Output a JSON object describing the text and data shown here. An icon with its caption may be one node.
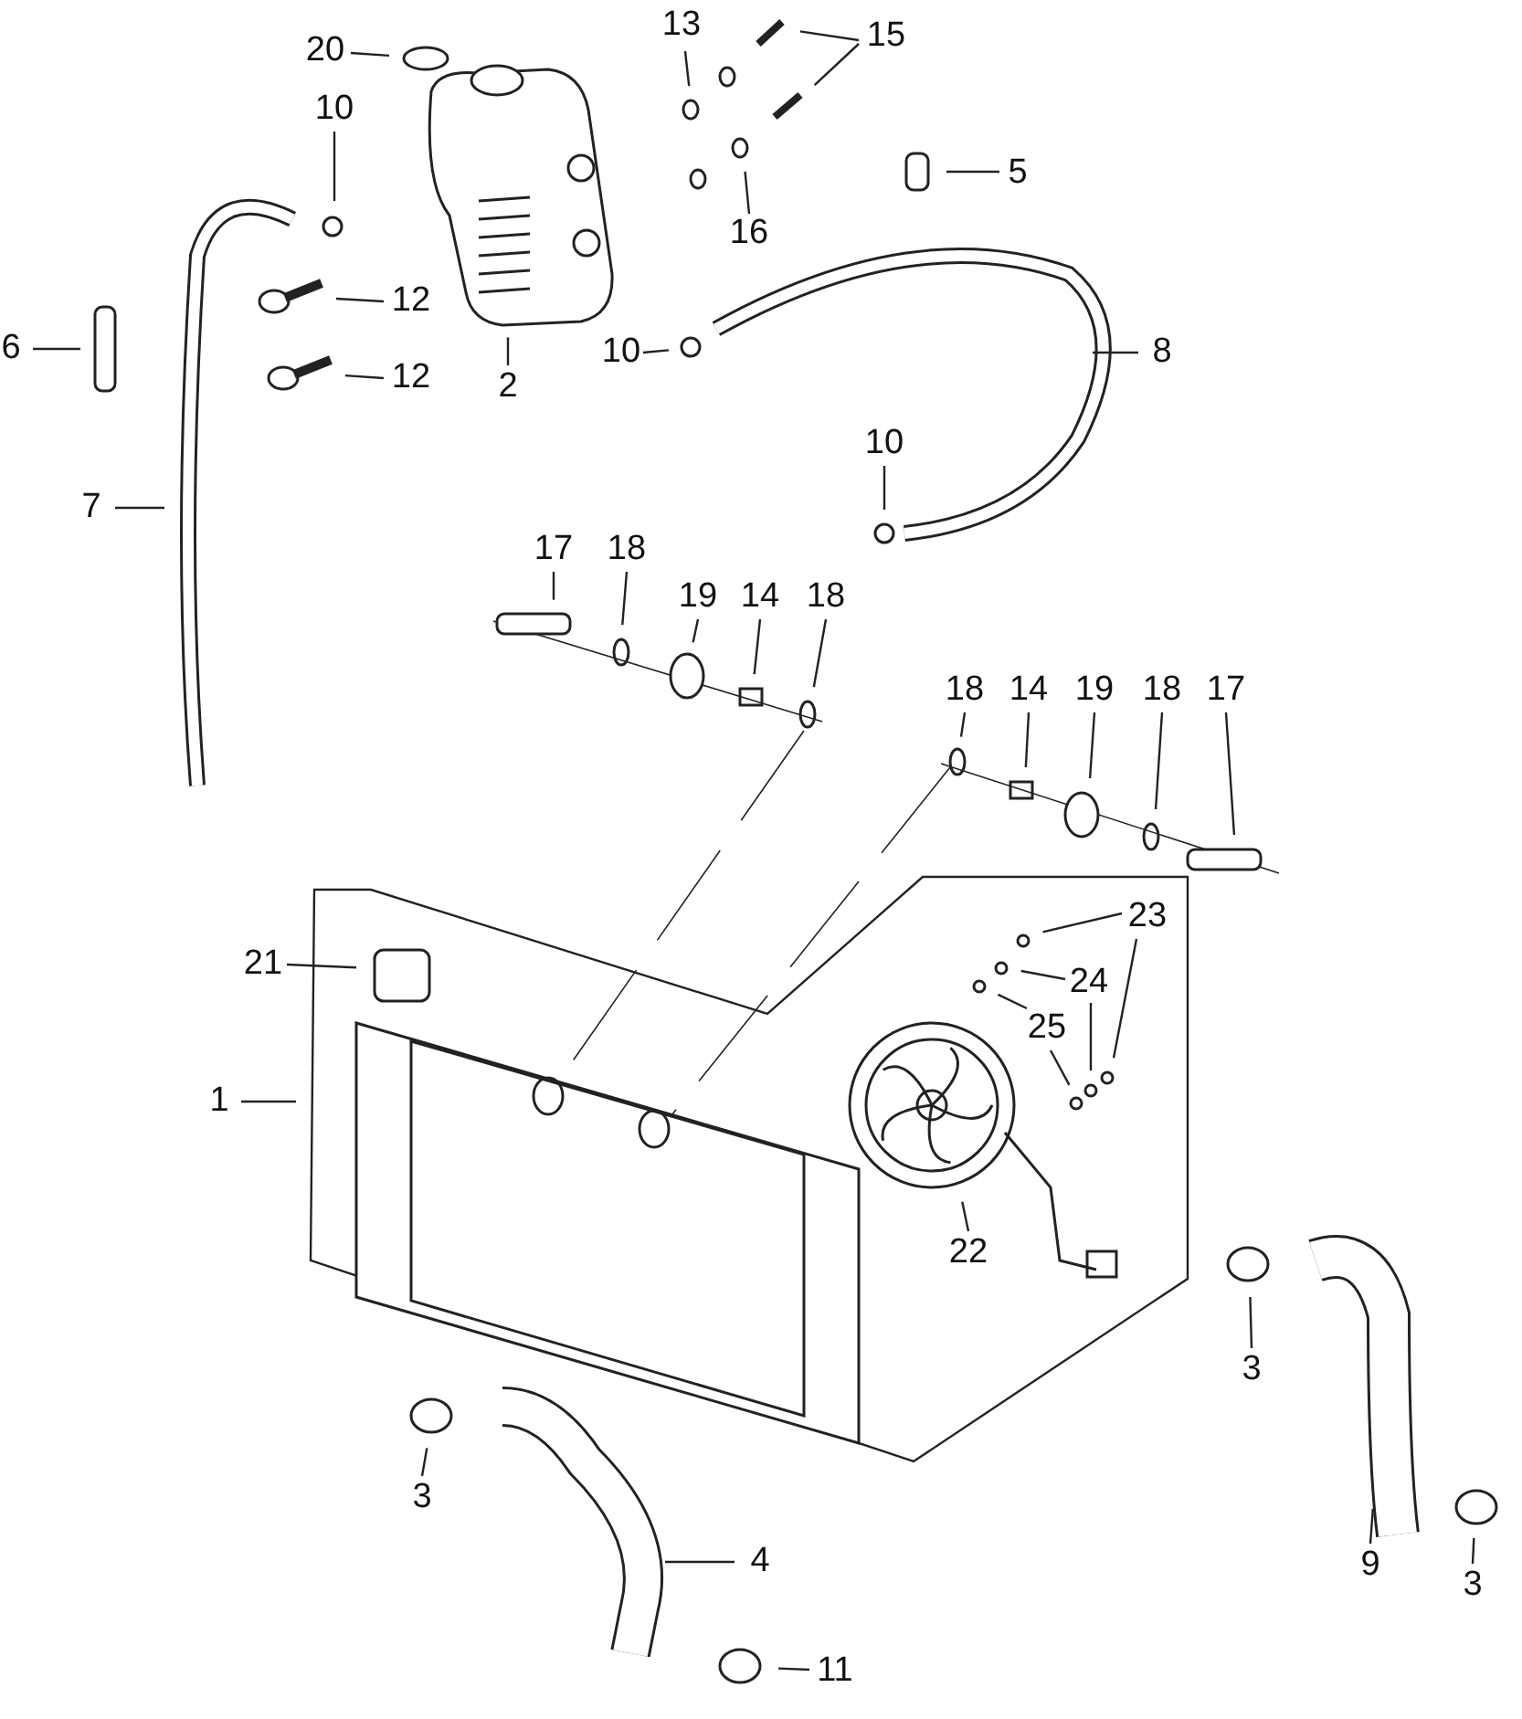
{
  "diagram": {
    "nodes": [
      {
        "text": [
          "13"
        ]
      },
      {
        "text": [
          "15"
        ]
      },
      {
        "text": [
          "20"
        ]
      },
      {
        "text": [
          "10"
        ]
      },
      {
        "text": [
          "5"
        ]
      },
      {
        "text": [
          "16"
        ]
      },
      {
        "text": [
          "12"
        ]
      },
      {
        "text": [
          "6"
        ]
      },
      {
        "text": [
          "10"
        ]
      },
      {
        "text": [
          "8"
        ]
      },
      {
        "text": [
          "2"
        ]
      },
      {
        "text": [
          "12"
        ]
      },
      {
        "text": [
          "10"
        ]
      },
      {
        "text": [
          "7"
        ]
      },
      {
        "text": [
          "17"
        ]
      },
      {
        "text": [
          "18"
        ]
      },
      {
        "text": [
          "19"
        ]
      },
      {
        "text": [
          "14"
        ]
      },
      {
        "text": [
          "18"
        ]
      },
      {
        "text": [
          "18"
        ]
      },
      {
        "text": [
          "14"
        ]
      },
      {
        "text": [
          "19"
        ]
      },
      {
        "text": [
          "18"
        ]
      },
      {
        "text": [
          "17"
        ]
      },
      {
        "text": [
          "23"
        ]
      },
      {
        "text": [
          "24"
        ]
      },
      {
        "text": [
          "25"
        ]
      },
      {
        "text": [
          "21"
        ]
      },
      {
        "text": [
          "1"
        ]
      },
      {
        "text": [
          "22"
        ]
      },
      {
        "text": [
          "3"
        ]
      },
      {
        "text": [
          "3"
        ]
      },
      {
        "text": [
          "4"
        ]
      },
      {
        "text": [
          "9"
        ]
      },
      {
        "text": [
          "3"
        ]
      },
      {
        "text": [
          "11"
        ]
      }
    ],
    "edges": [
      {
        "from": 0,
        "to": null,
        "arrow": "none"
      },
      {
        "from": 1,
        "to": null,
        "arrow": "none"
      },
      {
        "from": 1,
        "to": null,
        "arrow": "none"
      },
      {
        "from": 2,
        "to": null,
        "arrow": "none"
      },
      {
        "from": 3,
        "to": null,
        "arrow": "none"
      },
      {
        "from": 4,
        "to": null,
        "arrow": "none"
      },
      {
        "from": 5,
        "to": null,
        "arrow": "none"
      },
      {
        "from": 6,
        "to": null,
        "arrow": "none"
      },
      {
        "from": 7,
        "to": null,
        "arrow": "none"
      },
      {
        "from": 8,
        "to": null,
        "arrow": "none"
      },
      {
        "from": 9,
        "to": null,
        "arrow": "none"
      },
      {
        "from": 10,
        "to": null,
        "arrow": "none"
      },
      {
        "from": 11,
        "to": null,
        "arrow": "none"
      },
      {
        "from": 12,
        "to": null,
        "arrow": "none"
      },
      {
        "from": 13,
        "to": null,
        "arrow": "none"
      },
      {
        "from": 14,
        "to": null,
        "arrow": "none"
      },
      {
        "from": 15,
        "to": null,
        "arrow": "none"
      },
      {
        "from": 16,
        "to": null,
        "arrow": "none"
      },
      {
        "from": 17,
        "to": null,
        "arrow": "none"
      },
      {
        "from": 18,
        "to": null,
        "arrow": "none"
      },
      {
        "from": 19,
        "to": null,
        "arrow": "none"
      },
      {
        "from": 20,
        "to": null,
        "arrow": "none"
      },
      {
        "from": 21,
        "to": null,
        "arrow": "none"
      },
      {
        "from": 22,
        "to": null,
        "arrow": "none"
      },
      {
        "from": 23,
        "to": null,
        "arrow": "none"
      },
      {
        "from": 24,
        "to": null,
        "arrow": "none"
      },
      {
        "from": 24,
        "to": null,
        "arrow": "none"
      },
      {
        "from": 25,
        "to": null,
        "arrow": "none"
      },
      {
        "from": 25,
        "to": null,
        "arrow": "none"
      },
      {
        "from": 26,
        "to": null,
        "arrow": "none"
      },
      {
        "from": 26,
        "to": null,
        "arrow": "none"
      },
      {
        "from": 27,
        "to": null,
        "arrow": "none"
      },
      {
        "from": 28,
        "to": null,
        "arrow": "none"
      },
      {
        "from": 29,
        "to": null,
        "arrow": "none"
      },
      {
        "from": 30,
        "to": null,
        "arrow": "none"
      },
      {
        "from": 31,
        "to": null,
        "arrow": "none"
      },
      {
        "from": 32,
        "to": null,
        "arrow": "none"
      },
      {
        "from": 33,
        "to": null,
        "arrow": "none"
      },
      {
        "from": 34,
        "to": null,
        "arrow": "none"
      },
      {
        "from": 35,
        "to": null,
        "arrow": "none"
      }
    ]
  }
}
